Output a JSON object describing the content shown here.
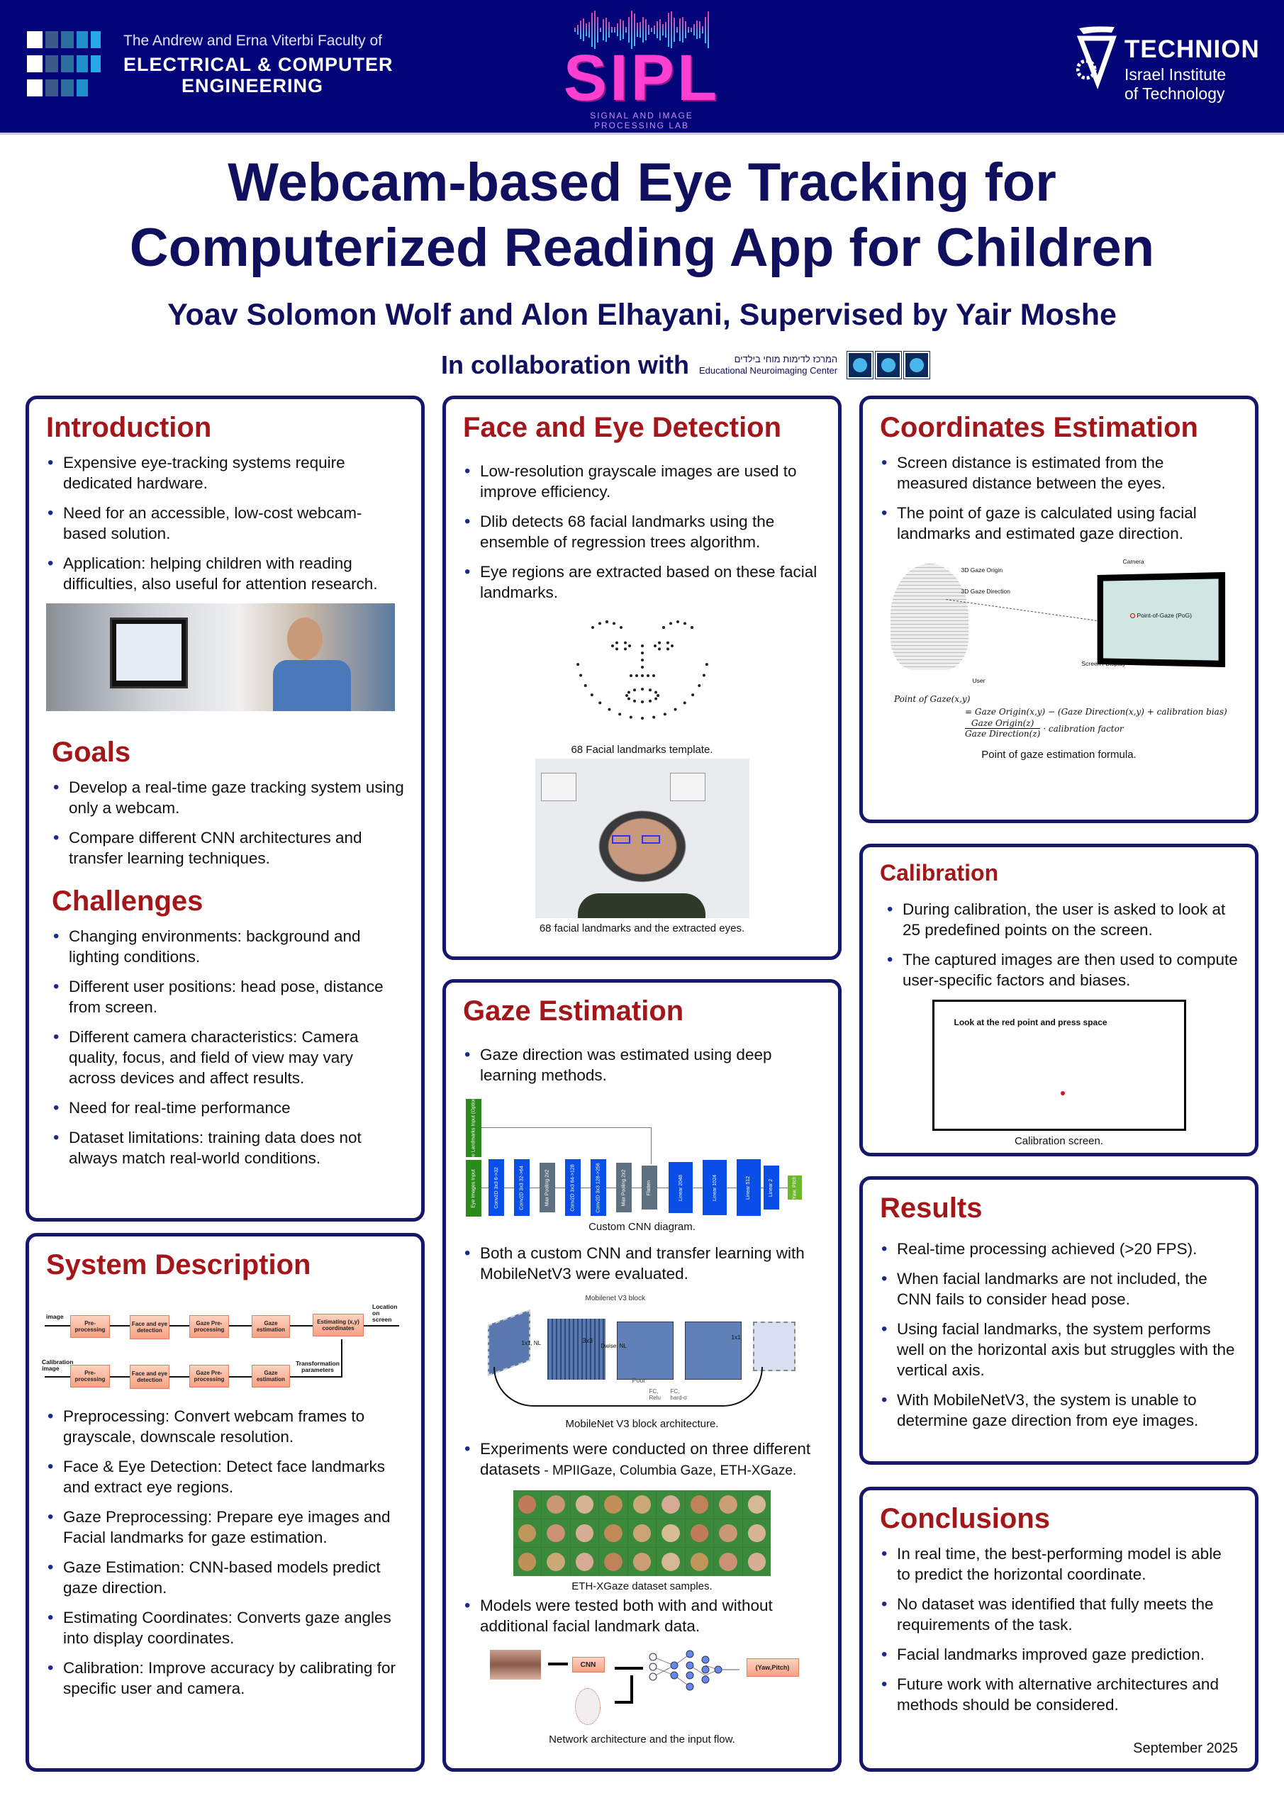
{
  "header": {
    "faculty_line1": "The Andrew and Erna Viterbi Faculty of",
    "faculty_line2": "ELECTRICAL & COMPUTER",
    "faculty_line3": "ENGINEERING",
    "lab_logo": "SIPL",
    "lab_name": "SIGNAL AND IMAGE PROCESSING LAB",
    "university": "TECHNION",
    "university_sub1": "Israel Institute",
    "university_sub2": "of Technology",
    "bg_color": "#05057a"
  },
  "title_line1": "Webcam-based Eye Tracking for",
  "title_line2": "Computerized Reading App for Children",
  "authors": "Yoav Solomon Wolf and Alon Elhayani, Supervised by Yair Moshe",
  "collaboration": {
    "label": "In collaboration with",
    "org_hebrew": "המרכז לדימות מוחי בילדים",
    "org_english": "Educational Neuroimaging Center"
  },
  "introduction": {
    "title": "Introduction",
    "bullets": [
      "Expensive eye-tracking systems require dedicated hardware.",
      "Need for an accessible, low-cost webcam-based solution.",
      "Application: helping children with reading difficulties, also useful for attention research."
    ]
  },
  "goals": {
    "title": "Goals",
    "bullets": [
      "Develop a real-time gaze tracking system using only a webcam.",
      "Compare different CNN architectures and transfer learning techniques."
    ]
  },
  "challenges": {
    "title": "Challenges",
    "bullets": [
      "Changing environments: background and lighting conditions.",
      "Different user positions: head pose, distance from screen.",
      "Different camera characteristics: Camera quality, focus, and field of view may vary across devices and affect results.",
      "Need for real-time performance",
      "Dataset limitations: training data does not always match real-world conditions."
    ]
  },
  "system": {
    "title": "System Description",
    "flow": {
      "in1": "image",
      "in2": "Calibration image",
      "blocks": [
        "Pre-processing",
        "Face and eye detection",
        "Gaze Pre-processing",
        "Gaze estimation"
      ],
      "estimating": "Estimating (x,y) coordinates",
      "out": "Location on screen",
      "transform": "Transformation parameters"
    },
    "bullets": [
      "Preprocessing: Convert webcam frames to grayscale, downscale resolution.",
      "Face & Eye Detection: Detect face landmarks and extract eye regions.",
      "Gaze Preprocessing: Prepare eye images and Facial landmarks for gaze estimation.",
      "Gaze Estimation: CNN-based models predict gaze direction.",
      "Estimating Coordinates: Converts gaze angles into display coordinates.",
      "Calibration: Improve accuracy by calibrating for specific user and camera."
    ]
  },
  "face_eye": {
    "title": "Face and Eye Detection",
    "bullets": [
      "Low-resolution grayscale images are used to improve efficiency.",
      "Dlib detects 68 facial landmarks using the ensemble of regression trees algorithm.",
      "Eye regions are extracted based on these facial landmarks."
    ],
    "caption1": "68 Facial landmarks template.",
    "caption2": "68 facial landmarks and the extracted eyes."
  },
  "gaze": {
    "title": "Gaze Estimation",
    "bullets1": [
      "Gaze direction was estimated using deep learning methods."
    ],
    "cnn_layers": {
      "face_input": "Face Landmarks Input (Optional)",
      "eye_input": "Eye Images Input",
      "layers": [
        "Conv2D 3x3 6->32",
        "Conv2D 3x3 32->64",
        "Max Pooling 2x2",
        "Conv2D 3x3 64->128",
        "Conv2D 3x3 128->256",
        "Max Pooling 2x2",
        "Flatten",
        "Linear 2048",
        "Linear 1024",
        "Linear 512",
        "Linear 2"
      ],
      "output": "Yaw, Pitch"
    },
    "caption_cnn": "Custom CNN diagram.",
    "bullets2": [
      "Both a custom CNN and transfer learning with MobileNetV3 were evaluated."
    ],
    "mobilenet": {
      "title": "Mobilenet V3 block",
      "l1": "1x1, NL",
      "l2": "3x3",
      "l3": "Dwise, NL",
      "l4": "1x1",
      "pool": "Pool",
      "fc1": "FC, Relu",
      "fc2": "FC, hard-σ"
    },
    "caption_mobilenet": "MobileNet V3 block architecture.",
    "bullets3_text": "Experiments were conducted on three different datasets",
    "bullets3_datasets": " - MPIIGaze, Columbia Gaze, ETH-XGaze.",
    "caption_eth": "ETH-XGaze dataset samples.",
    "bullets4": [
      "Models were tested both with and without additional facial landmark data."
    ],
    "net": {
      "cnn": "CNN",
      "out": "(Yaw,Pitch)"
    },
    "caption_net": "Network architecture and the input flow."
  },
  "coords": {
    "title": "Coordinates Estimation",
    "bullets": [
      "Screen distance is estimated from the measured distance between the eyes.",
      "The point of gaze is calculated using facial landmarks and estimated gaze direction."
    ],
    "fig": {
      "origin": "3D Gaze Origin",
      "direction": "3D Gaze Direction",
      "camera": "Camera",
      "pog": "Point-of-Gaze (PoG)",
      "screen": "Screen / Display",
      "user": "User"
    },
    "formula1": "Point of Gaze(x,y)",
    "formula2": "= Gaze Origin(x,y) − (Gaze Direction(x,y) + calibration bias)",
    "formula_num": "Gaze Origin(z)",
    "formula_den": "Gaze Direction(z)",
    "formula3": "· calibration factor",
    "caption": "Point of gaze estimation formula."
  },
  "calibration": {
    "title": "Calibration",
    "bullets": [
      "During calibration, the user is asked to look at 25 predefined points on the screen.",
      "The captured images are then used to compute user-specific factors and biases."
    ],
    "screen_text": "Look at the red point and press space",
    "caption": "Calibration screen."
  },
  "results": {
    "title": "Results",
    "bullets": [
      "Real-time processing achieved (>20 FPS).",
      "When facial landmarks are not included, the CNN fails to consider head pose.",
      "Using facial landmarks, the system performs well on the horizontal axis but struggles with the vertical axis.",
      "With MobileNetV3, the system is unable to determine gaze direction from eye images."
    ]
  },
  "conclusions": {
    "title": "Conclusions",
    "bullets": [
      "In real time, the best-performing model is able to predict the horizontal coordinate.",
      "No dataset was identified that fully meets the requirements of the task.",
      "Facial landmarks improved gaze prediction.",
      "Future work with alternative architectures and methods should be considered."
    ],
    "date": "September 2025"
  },
  "colors": {
    "title": "#10105e",
    "section": "#a3161a",
    "border": "#16166a"
  }
}
